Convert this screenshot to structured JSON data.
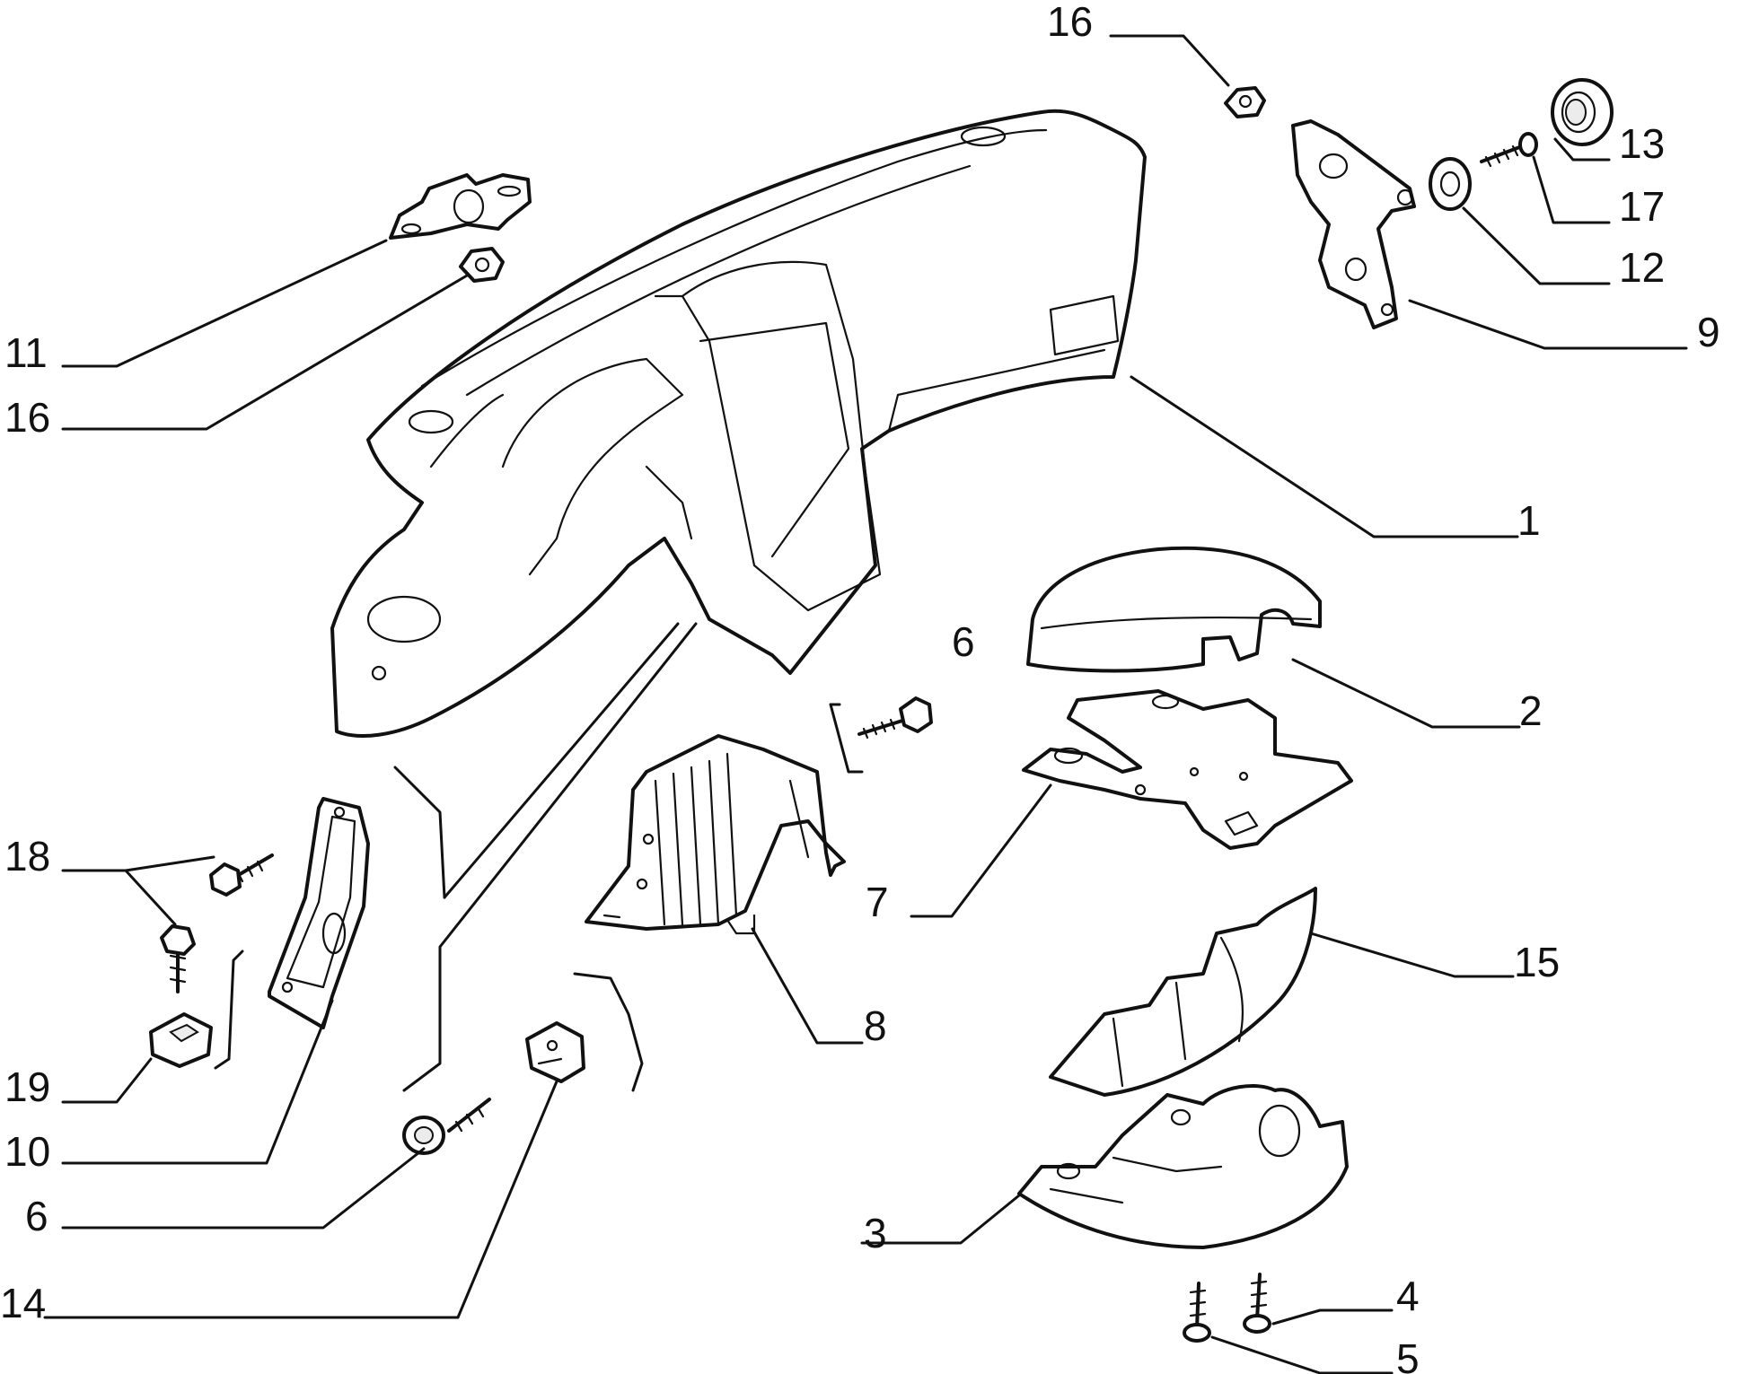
{
  "callouts": {
    "c16_top": "16",
    "c13": "13",
    "c17": "17",
    "c12": "12",
    "c9": "9",
    "c11": "11",
    "c16_left": "16",
    "c1": "1",
    "c6_mid": "6",
    "c2": "2",
    "c7": "7",
    "c15": "15",
    "c8": "8",
    "c18": "18",
    "c19": "19",
    "c10": "10",
    "c6_bottom": "6",
    "c14": "14",
    "c3": "3",
    "c4": "4",
    "c5": "5"
  },
  "colors": {
    "line": "#111111",
    "background": "#ffffff"
  }
}
